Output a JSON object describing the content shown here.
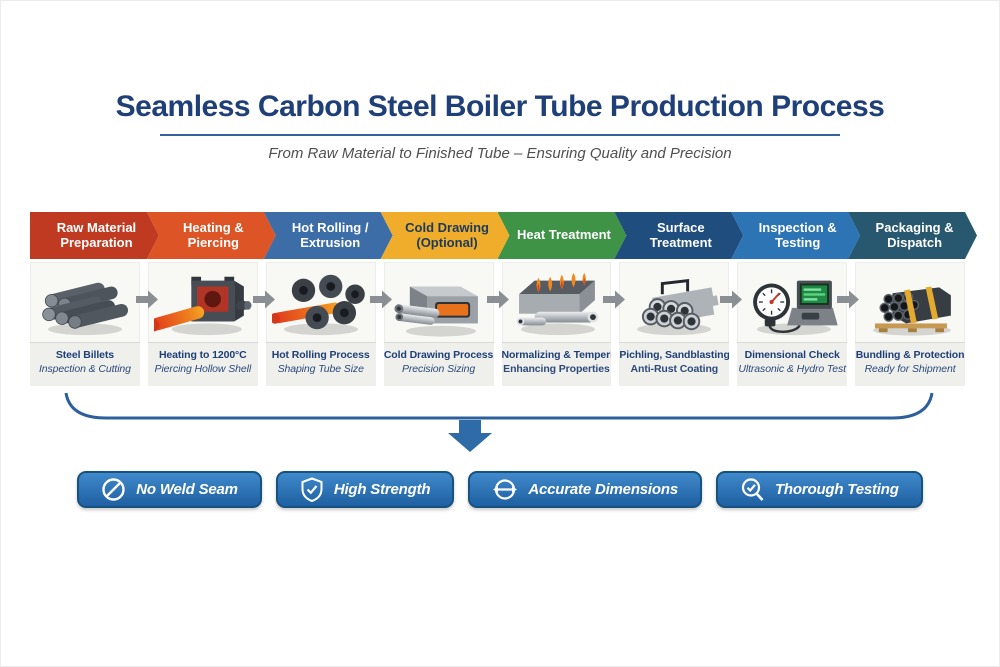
{
  "header": {
    "title": "Seamless Carbon Steel Boiler Tube Production Process",
    "subtitle": "From Raw Material to Finished Tube – Ensuring Quality and Precision",
    "title_color": "#1e3f78",
    "rule_color": "#33629e"
  },
  "process": {
    "connector_icon": "right-block-arrow-icon",
    "flow_icon": "down-block-arrow-icon",
    "connector_color": "#8a8f93",
    "brace_color": "#2d5f9e",
    "steps": [
      {
        "label": "Raw Material Preparation",
        "color": "#c03a21",
        "caption_title": "Steel Billets",
        "caption_sub": "Inspection & Cutting",
        "illustration": "steel-billets"
      },
      {
        "label": "Heating & Piercing",
        "color": "#dd5426",
        "caption_title": "Heating to 1200°C",
        "caption_sub": "Piercing Hollow Shell",
        "illustration": "piercing-furnace"
      },
      {
        "label": "Hot Rolling / Extrusion",
        "color": "#3d6da7",
        "caption_title": "Hot Rolling Process",
        "caption_sub": "Shaping Tube Size",
        "illustration": "rolling-mill"
      },
      {
        "label": "Cold Drawing (Optional)",
        "color": "#f0ad2b",
        "text_color": "#1c3a5e",
        "caption_title": "Cold Drawing Process",
        "caption_sub": "Precision Sizing",
        "illustration": "drawing-die"
      },
      {
        "label": "Heat Treatment",
        "color": "#3f9347",
        "caption_title": "Normalizing & Tempering",
        "caption_sub": "Enhancing Properties",
        "illustration": "treatment-furnace"
      },
      {
        "label": "Surface Treatment",
        "color": "#1e4d7e",
        "caption_title": "Pichling, Sandblasting",
        "caption_sub": "Anti-Rust Coating",
        "illustration": "polished-tube-bundle"
      },
      {
        "label": "Inspection & Testing",
        "color": "#2d74b5",
        "caption_title": "Dimensional Check",
        "caption_sub": "Ultrasonic & Hydro Test",
        "illustration": "gauge-and-tester"
      },
      {
        "label": "Packaging & Dispatch",
        "color": "#27586f",
        "caption_title": "Bundling & Protection",
        "caption_sub": "Ready for Shipment",
        "illustration": "strapped-bundle"
      }
    ]
  },
  "badges": {
    "background_top": "#4089ca",
    "background_bottom": "#1f60a2",
    "border_color": "#17517f",
    "items": [
      {
        "label": "No Weld Seam",
        "icon": "no-weld-icon"
      },
      {
        "label": "High Strength",
        "icon": "shield-check-icon"
      },
      {
        "label": "Accurate Dimensions",
        "icon": "dimensions-gauge-icon"
      },
      {
        "label": "Thorough Testing",
        "icon": "magnifier-check-icon"
      }
    ]
  }
}
